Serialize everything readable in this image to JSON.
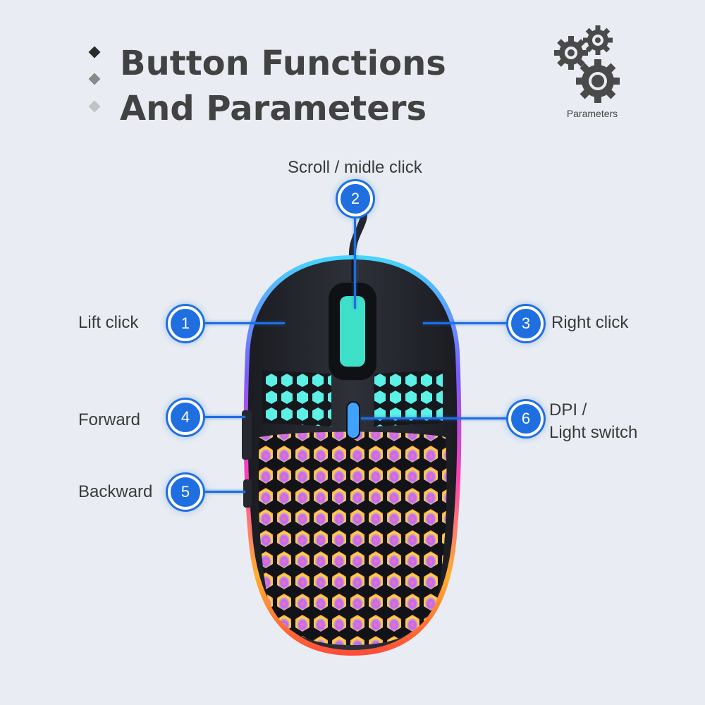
{
  "title": {
    "line1": "Button Functions",
    "line2": "And Parameters"
  },
  "parameters": {
    "label": "Parameters",
    "icon": "gears-icon"
  },
  "callouts": [
    {
      "number": "1",
      "label": "Lift click"
    },
    {
      "number": "2",
      "label": "Scroll / midle click"
    },
    {
      "number": "3",
      "label": "Right click"
    },
    {
      "number": "4",
      "label": "Forward"
    },
    {
      "number": "5",
      "label": "Backward"
    },
    {
      "number": "6",
      "label_line1": "DPI /",
      "label_line2": "Light switch"
    }
  ],
  "colors": {
    "accent": "#1f6fe0",
    "background": "#e9edf3",
    "title": "#424242"
  }
}
